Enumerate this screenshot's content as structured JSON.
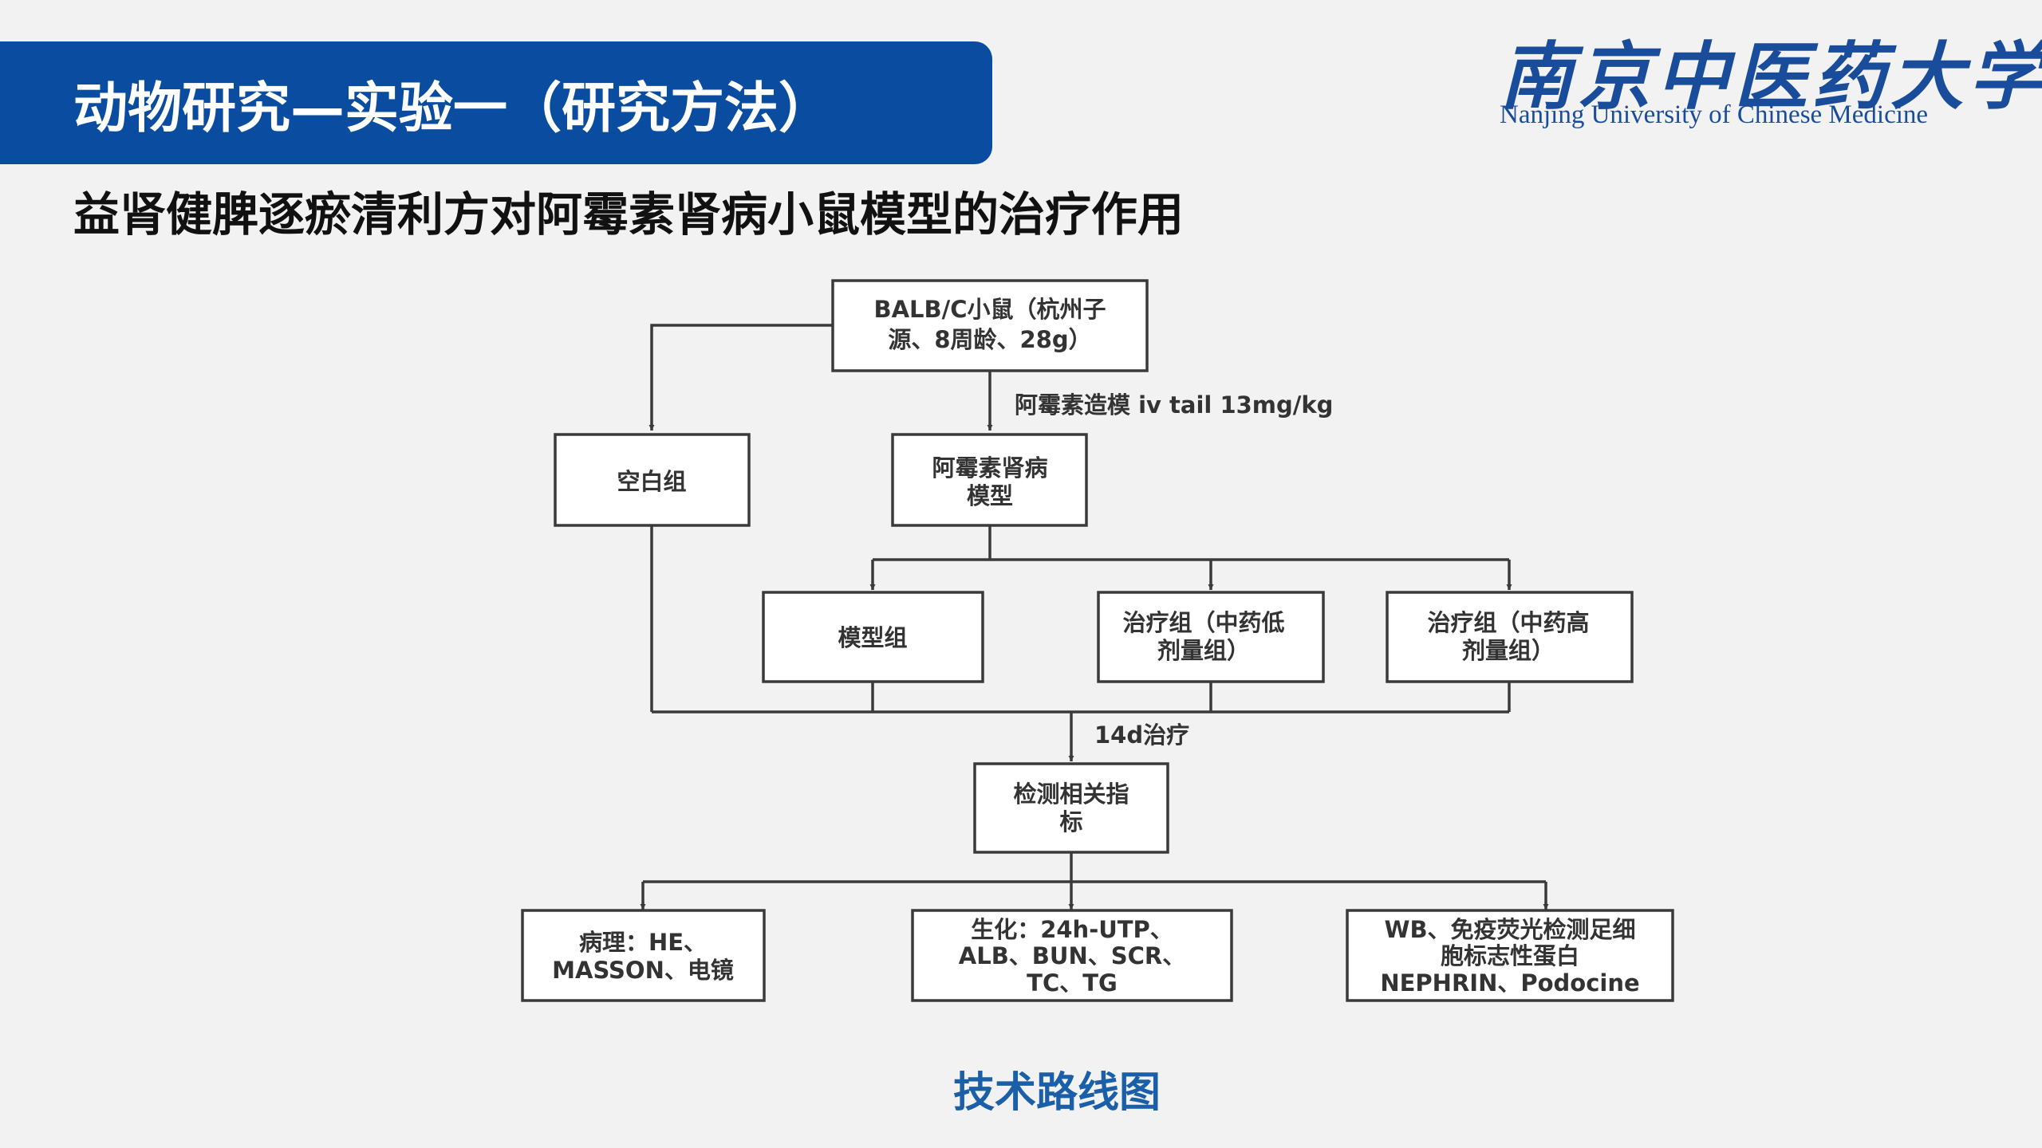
{
  "slide": {
    "title": "动物研究—实验一（研究方法）",
    "subtitle": "益肾健脾逐瘀清利方对阿霉素肾病小鼠模型的治疗作用",
    "caption": "技术路线图"
  },
  "logo": {
    "cn": "南京中医药大学",
    "en": "Nanjing University  of Chinese Medicine"
  },
  "diagram": {
    "nodes": {
      "source": [
        "BALB/C小鼠（杭州子",
        "源、8周龄、28g）"
      ],
      "blank": [
        "空白组"
      ],
      "adr_model": [
        "阿霉素肾病",
        "模型"
      ],
      "model_group": [
        "模型组"
      ],
      "treat_low": [
        "治疗组（中药低",
        "剂量组）"
      ],
      "treat_high": [
        "治疗组（中药高",
        "剂量组）"
      ],
      "detect": [
        "检测相关指",
        "标"
      ],
      "pathology": [
        "病理：HE、",
        "MASSON、电镜"
      ],
      "biochem": [
        "生化：24h-UTP、",
        "ALB、BUN、SCR、",
        "TC、TG"
      ],
      "wb": [
        "WB、免疫荧光检测足细",
        "胞标志性蛋白",
        "NEPHRIN、Podocine"
      ]
    },
    "edge_labels": {
      "modeling": "阿霉素造模 iv tail 13mg/kg",
      "treatment": "14d治疗"
    }
  },
  "colors": {
    "banner": "#0a4ca0",
    "caption": "#1a5fa8",
    "logo": "#1a4c9c",
    "background": "#f2f2f2",
    "line": "#3a3a3a"
  }
}
